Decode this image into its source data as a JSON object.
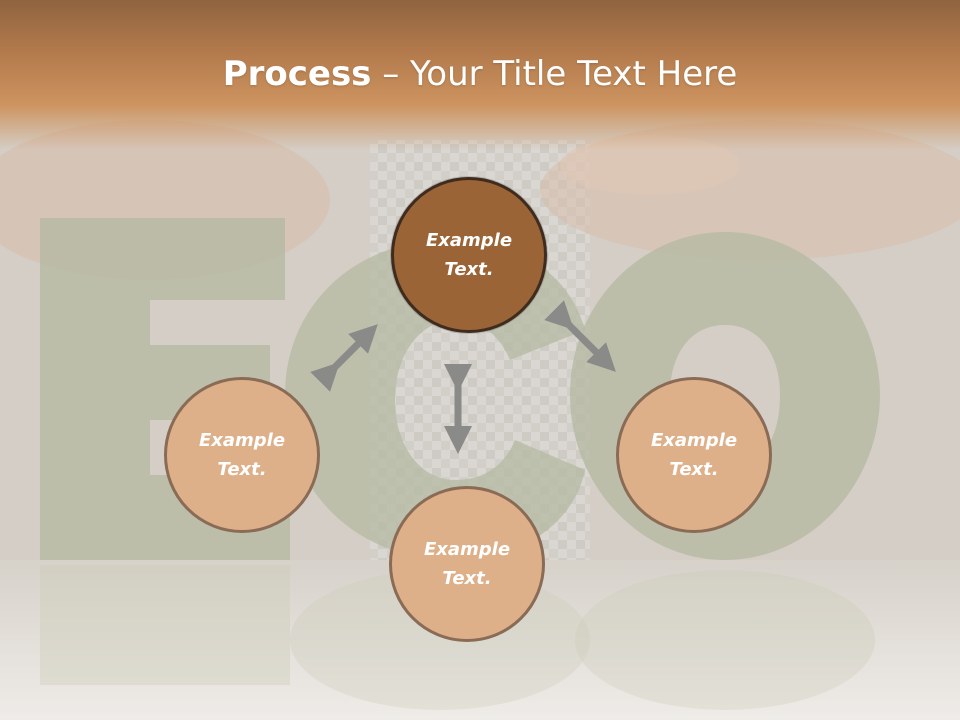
{
  "title": {
    "bold": "Process",
    "rest": " – Your Title Text Here"
  },
  "circles": {
    "top": {
      "line1": "Example",
      "line2": "Text."
    },
    "left": {
      "line1": "Example",
      "line2": "Text."
    },
    "right": {
      "line1": "Example",
      "line2": "Text."
    },
    "bottom": {
      "line1": "Example",
      "line2": "Text."
    }
  },
  "colors": {
    "header": "#b37a4c",
    "circle_top": "#9a6436",
    "circle_other": "#deb08a",
    "arrow": "#8a8a88"
  }
}
